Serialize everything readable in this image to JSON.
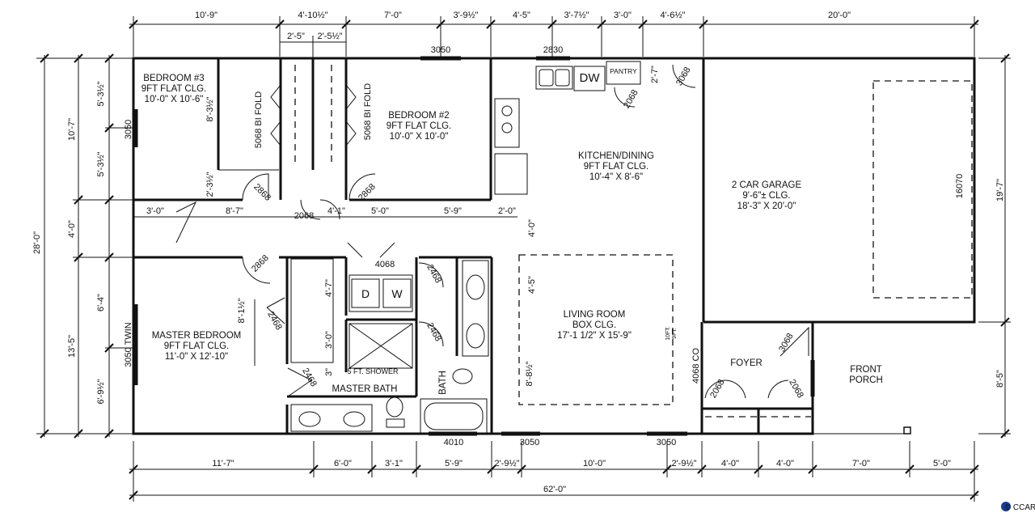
{
  "rooms": {
    "bedroom3": [
      "BEDROOM #3",
      "9FT FLAT CLG.",
      "10'-0\" X 10'-6\""
    ],
    "bedroom2": [
      "BEDROOM #2",
      "9FT FLAT CLG.",
      "10'-0\" X 10'-0\""
    ],
    "kitchen": [
      "KITCHEN/DINING",
      "9FT FLAT CLG.",
      "10'-4\" X 8'-6\""
    ],
    "garage": [
      "2 CAR GARAGE",
      "9'-6\"± CLG.",
      "18'-3\" X 20'-0\""
    ],
    "master": [
      "MASTER BEDROOM",
      "9FT FLAT CLG.",
      "11'-0\" X 12'-10\""
    ],
    "living": [
      "LIVING ROOM",
      "BOX CLG.",
      "17'-1 1/2\" X 15'-9\""
    ],
    "foyer": "FOYER",
    "porch": [
      "FRONT",
      "PORCH"
    ],
    "master_bath": "MASTER BATH",
    "bath": "BATH",
    "shower": "5 FT. SHOWER",
    "pantry": "PANTRY",
    "dw": "DW",
    "washer": "W",
    "dryer": "D",
    "ceiling_note": [
      "10FT.",
      "9FT."
    ]
  },
  "top_dims": [
    "10'-9\"",
    "4'-10½\"",
    "7'-0\"",
    "3'-9½\"",
    "4'-5\"",
    "3'-7½\"",
    "3'-0\"",
    "4'-6½\"",
    "20'-0\""
  ],
  "closet_dims": [
    "2'-5\"",
    "2'-5½\""
  ],
  "bottom_dims": [
    "11'-7\"",
    "6'-0\"",
    "3'-1\"",
    "5'-9\"",
    "2'-9½\"",
    "10'-0\"",
    "2'-9½\"",
    "4'-0\"",
    "4'-0\"",
    "7'-0\"",
    "5'-0\""
  ],
  "overall_width": "62'-0\"",
  "left_dims": {
    "overall": "28'-0\"",
    "upper": "10'-7\"",
    "mid": "4'-0\"",
    "lower": "13'-5\"",
    "b3_upper": "5'-3½\"",
    "b3_lower": "5'-3½\"",
    "mb_upper": "6'-4\"",
    "mb_lower": "6'-9½\""
  },
  "right_dims": {
    "garage": "19'-7\"",
    "porch": "8'-5\""
  },
  "hall_dims": [
    "3'-0\"",
    "8'-7\"",
    "4'-1\"",
    "5'-0\"",
    "5'-9\"",
    "2'-0\""
  ],
  "interior_dims": {
    "clos_b3": "8'-3½\"",
    "b3_door_off": "2'-3½\"",
    "hall_v": "4'-0\"",
    "living_top": "4'-5\"",
    "wic": "8'-1½\"",
    "shelf_a": "4'-7\"",
    "shelf_b": "3'-0\"",
    "shelf_c": "3\"",
    "living_side": "8'-8½\"",
    "pantry_d": "2'-7\""
  },
  "openings": {
    "w_b3_side": "3050",
    "w_b2_top": "3050",
    "w_kit_top": "2830",
    "bifold_a": "5068 BI FOLD",
    "bifold_b": "5068 BI FOLD",
    "d_b3": "2868",
    "d_b2": "2868",
    "d_hall": "2068",
    "d_pantry": "2068",
    "d_garage_ent": "3068",
    "garage_door": "16070",
    "w_master": "3050 TWIN",
    "d_master": "2868",
    "laundry": "4068",
    "d_bath_a": "2468",
    "d_bath_b": "2468",
    "d_wic": "2468",
    "d_mbath": "2468",
    "w_mbath": "4010",
    "w_living_a": "3050",
    "w_living_b": "3050",
    "front_door": "4068 CO",
    "d_foyer_a": "2068",
    "d_foyer_b": "2068",
    "d_foyer_c": "3068"
  },
  "watermark": "© CCAR"
}
